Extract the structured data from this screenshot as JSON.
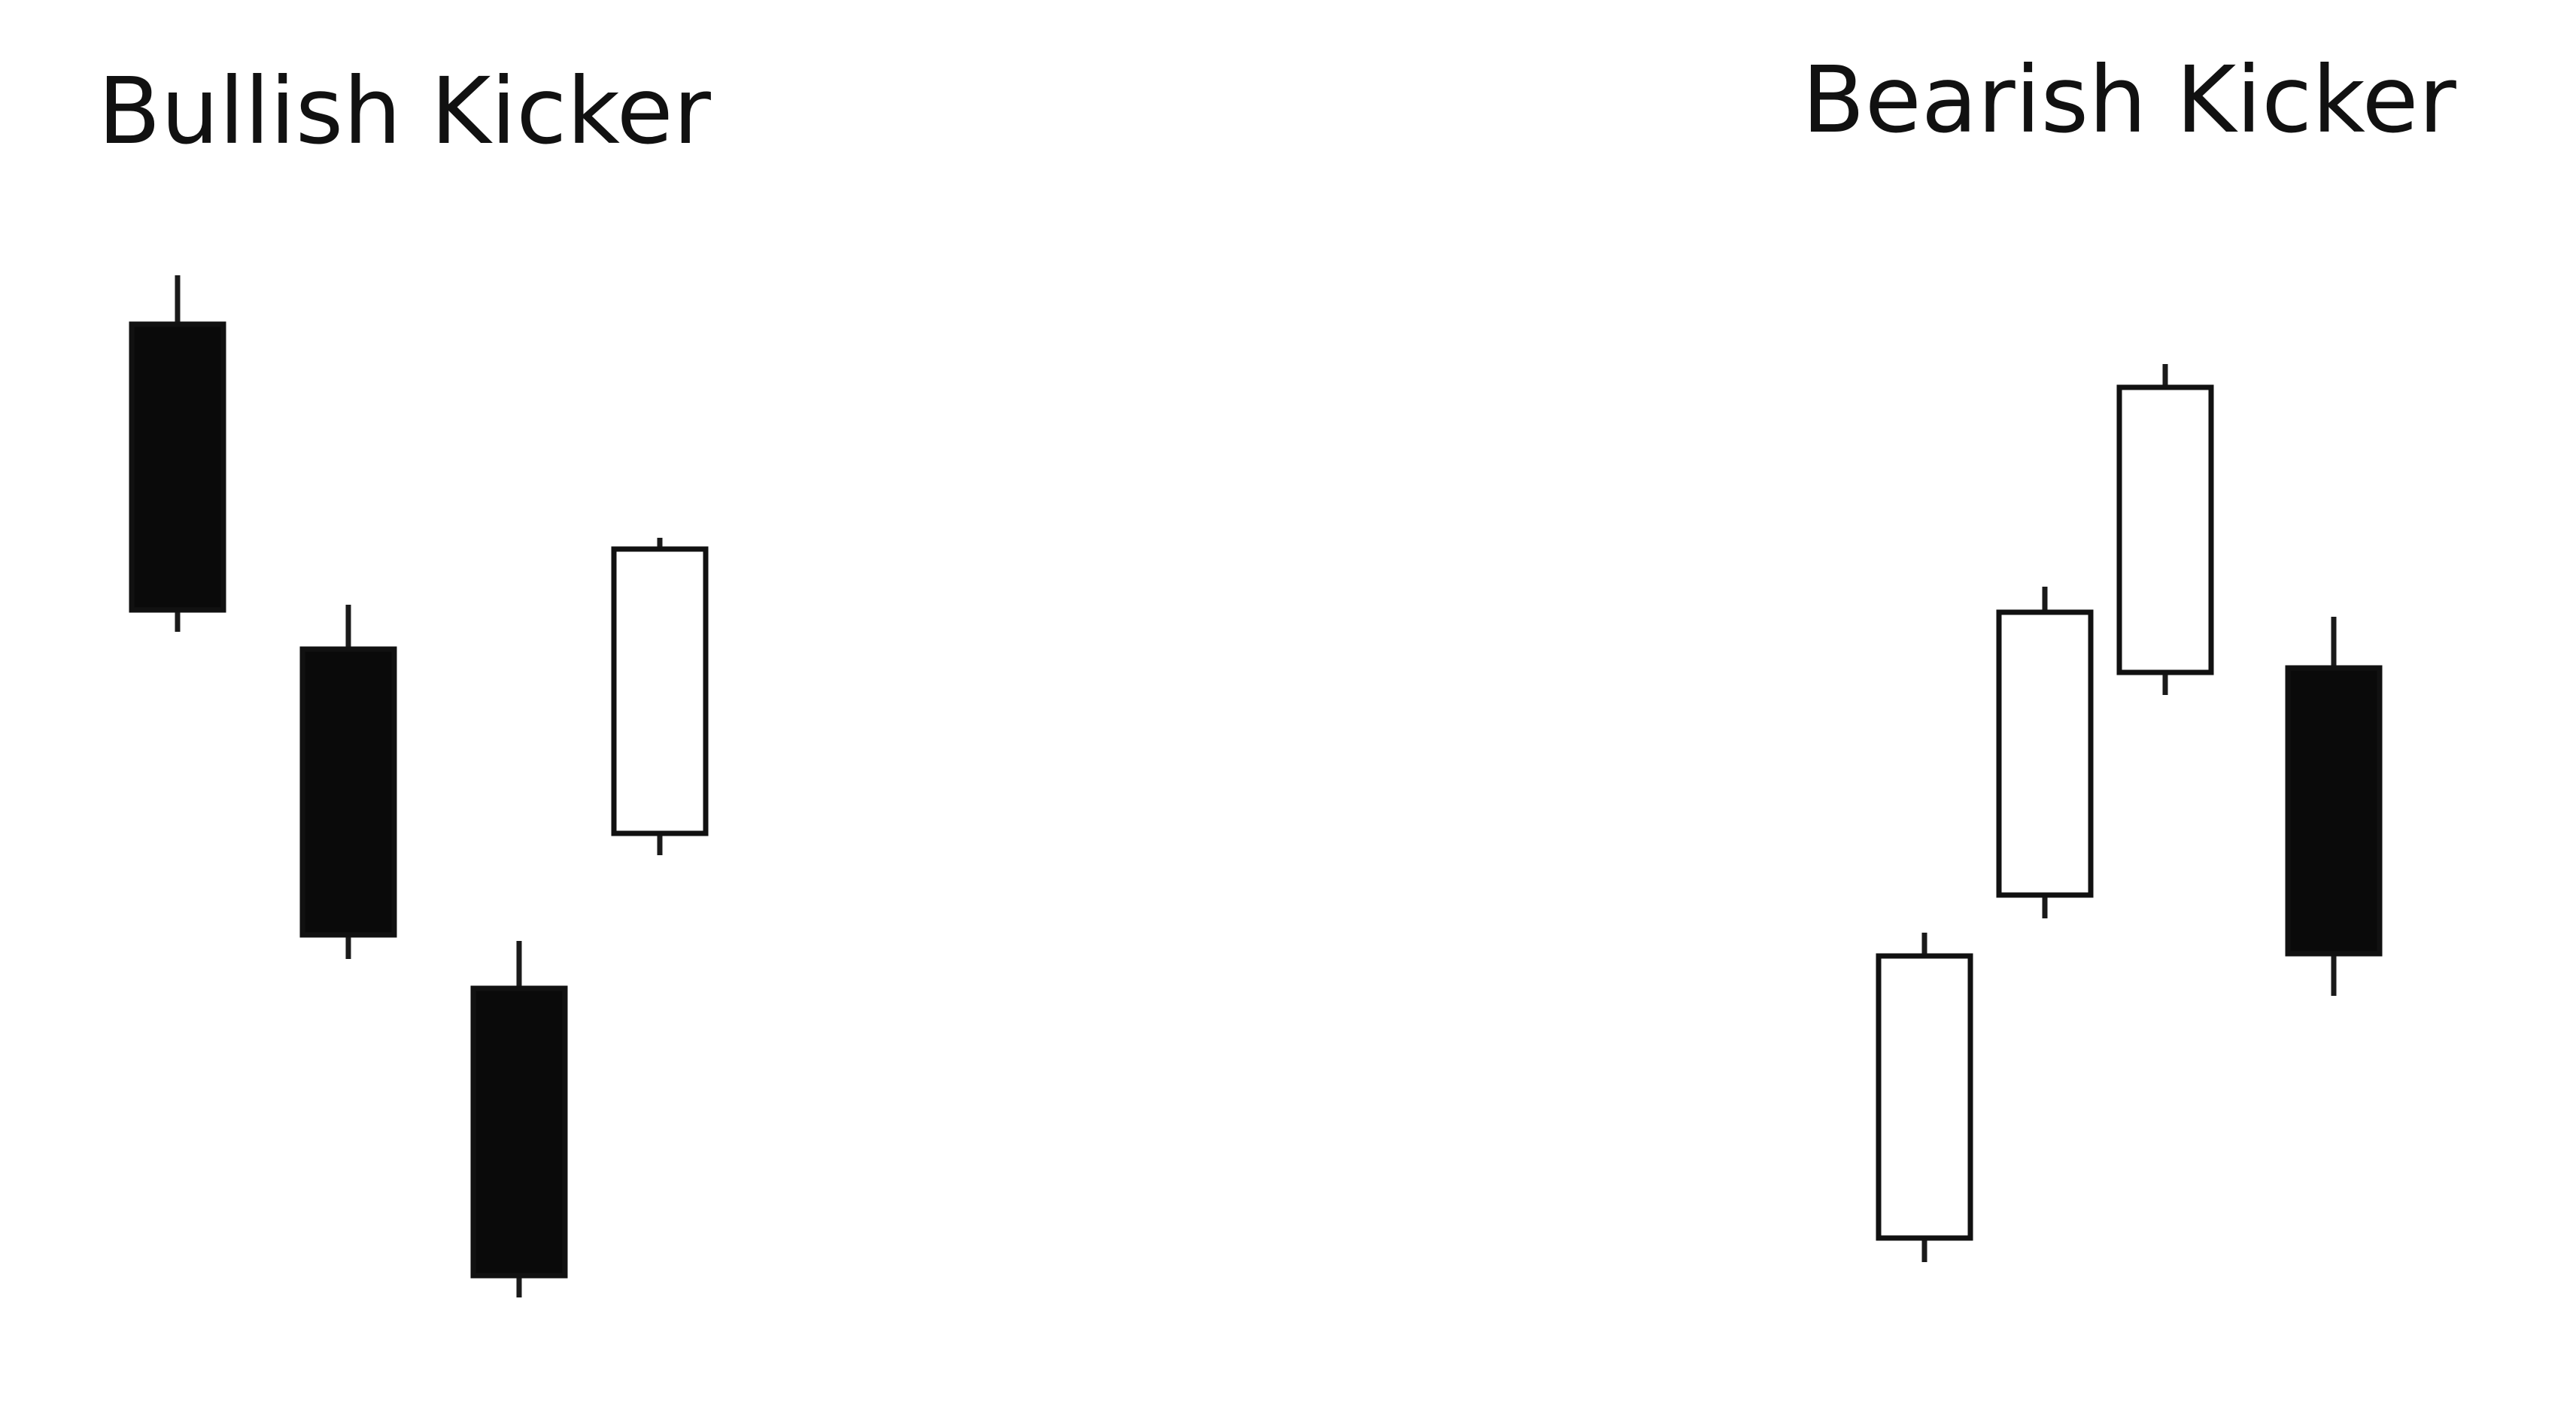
{
  "colors": {
    "background": "#ffffff",
    "ink": "#111111",
    "bearish_fill": "#0a0a0a",
    "bullish_fill": "#ffffff",
    "wick": "#1a1a1a"
  },
  "panels": [
    {
      "id": "bullish",
      "title": "Bullish Kicker",
      "candles": [
        {
          "type": "bearish",
          "high": 1498,
          "open": 1433,
          "close": 1053,
          "low": 1024
        },
        {
          "type": "bearish",
          "high": 1060,
          "open": 1001,
          "close": 621,
          "low": 589
        },
        {
          "type": "bearish",
          "high": 613,
          "open": 550,
          "close": 168,
          "low": 139
        },
        {
          "type": "bullish",
          "high": 1149,
          "open": 756,
          "close": 1134,
          "low": 727
        }
      ]
    },
    {
      "id": "bearish",
      "title": "Bearish Kicker",
      "candles": [
        {
          "type": "bullish",
          "high": 624,
          "open": 218,
          "close": 593,
          "low": 186
        },
        {
          "type": "bullish",
          "high": 1084,
          "open": 674,
          "close": 1050,
          "low": 643
        },
        {
          "type": "bullish",
          "high": 1380,
          "open": 970,
          "close": 1349,
          "low": 940
        },
        {
          "type": "bearish",
          "high": 1044,
          "open": 976,
          "close": 596,
          "low": 540
        }
      ]
    }
  ]
}
